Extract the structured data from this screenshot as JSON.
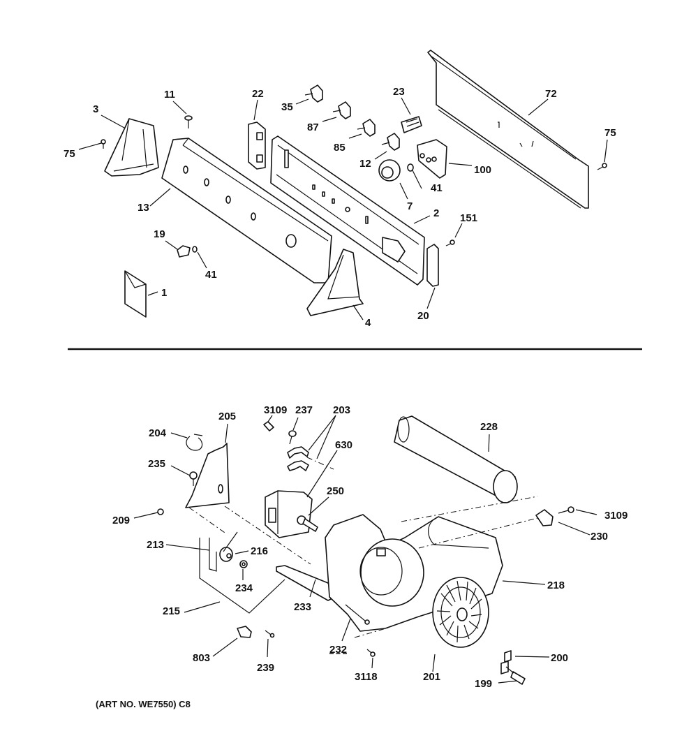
{
  "diagram": {
    "title": "Dryer control panel and blower assembly parts diagram",
    "footer": "(ART NO. WE7550) C8",
    "sections": [
      {
        "name": "control-panel",
        "labels": [
          "3",
          "75",
          "11",
          "22",
          "35",
          "87",
          "85",
          "12",
          "23",
          "72",
          "75",
          "100",
          "41",
          "7",
          "2",
          "151",
          "13",
          "19",
          "41",
          "1",
          "4",
          "20"
        ]
      },
      {
        "name": "blower-assembly",
        "labels": [
          "3109",
          "237",
          "203",
          "205",
          "204",
          "630",
          "228",
          "235",
          "250",
          "209",
          "3109",
          "230",
          "213",
          "216",
          "234",
          "218",
          "215",
          "233",
          "232",
          "803",
          "239",
          "3118",
          "201",
          "200",
          "199"
        ]
      }
    ]
  },
  "labels": {
    "l3": "3",
    "l75a": "75",
    "l11": "11",
    "l22": "22",
    "l35": "35",
    "l87": "87",
    "l85": "85",
    "l12": "12",
    "l23": "23",
    "l72": "72",
    "l75b": "75",
    "l100": "100",
    "l41a": "41",
    "l7": "7",
    "l2": "2",
    "l151": "151",
    "l13": "13",
    "l19": "19",
    "l41b": "41",
    "l1": "1",
    "l4": "4",
    "l20": "20",
    "l3109a": "3109",
    "l237": "237",
    "l203": "203",
    "l205": "205",
    "l204": "204",
    "l630": "630",
    "l228": "228",
    "l235": "235",
    "l250": "250",
    "l209": "209",
    "l3109b": "3109",
    "l230": "230",
    "l213": "213",
    "l216": "216",
    "l234": "234",
    "l218": "218",
    "l215": "215",
    "l233": "233",
    "l232": "232",
    "l803": "803",
    "l239": "239",
    "l3118": "3118",
    "l201": "201",
    "l200": "200",
    "l199": "199"
  }
}
